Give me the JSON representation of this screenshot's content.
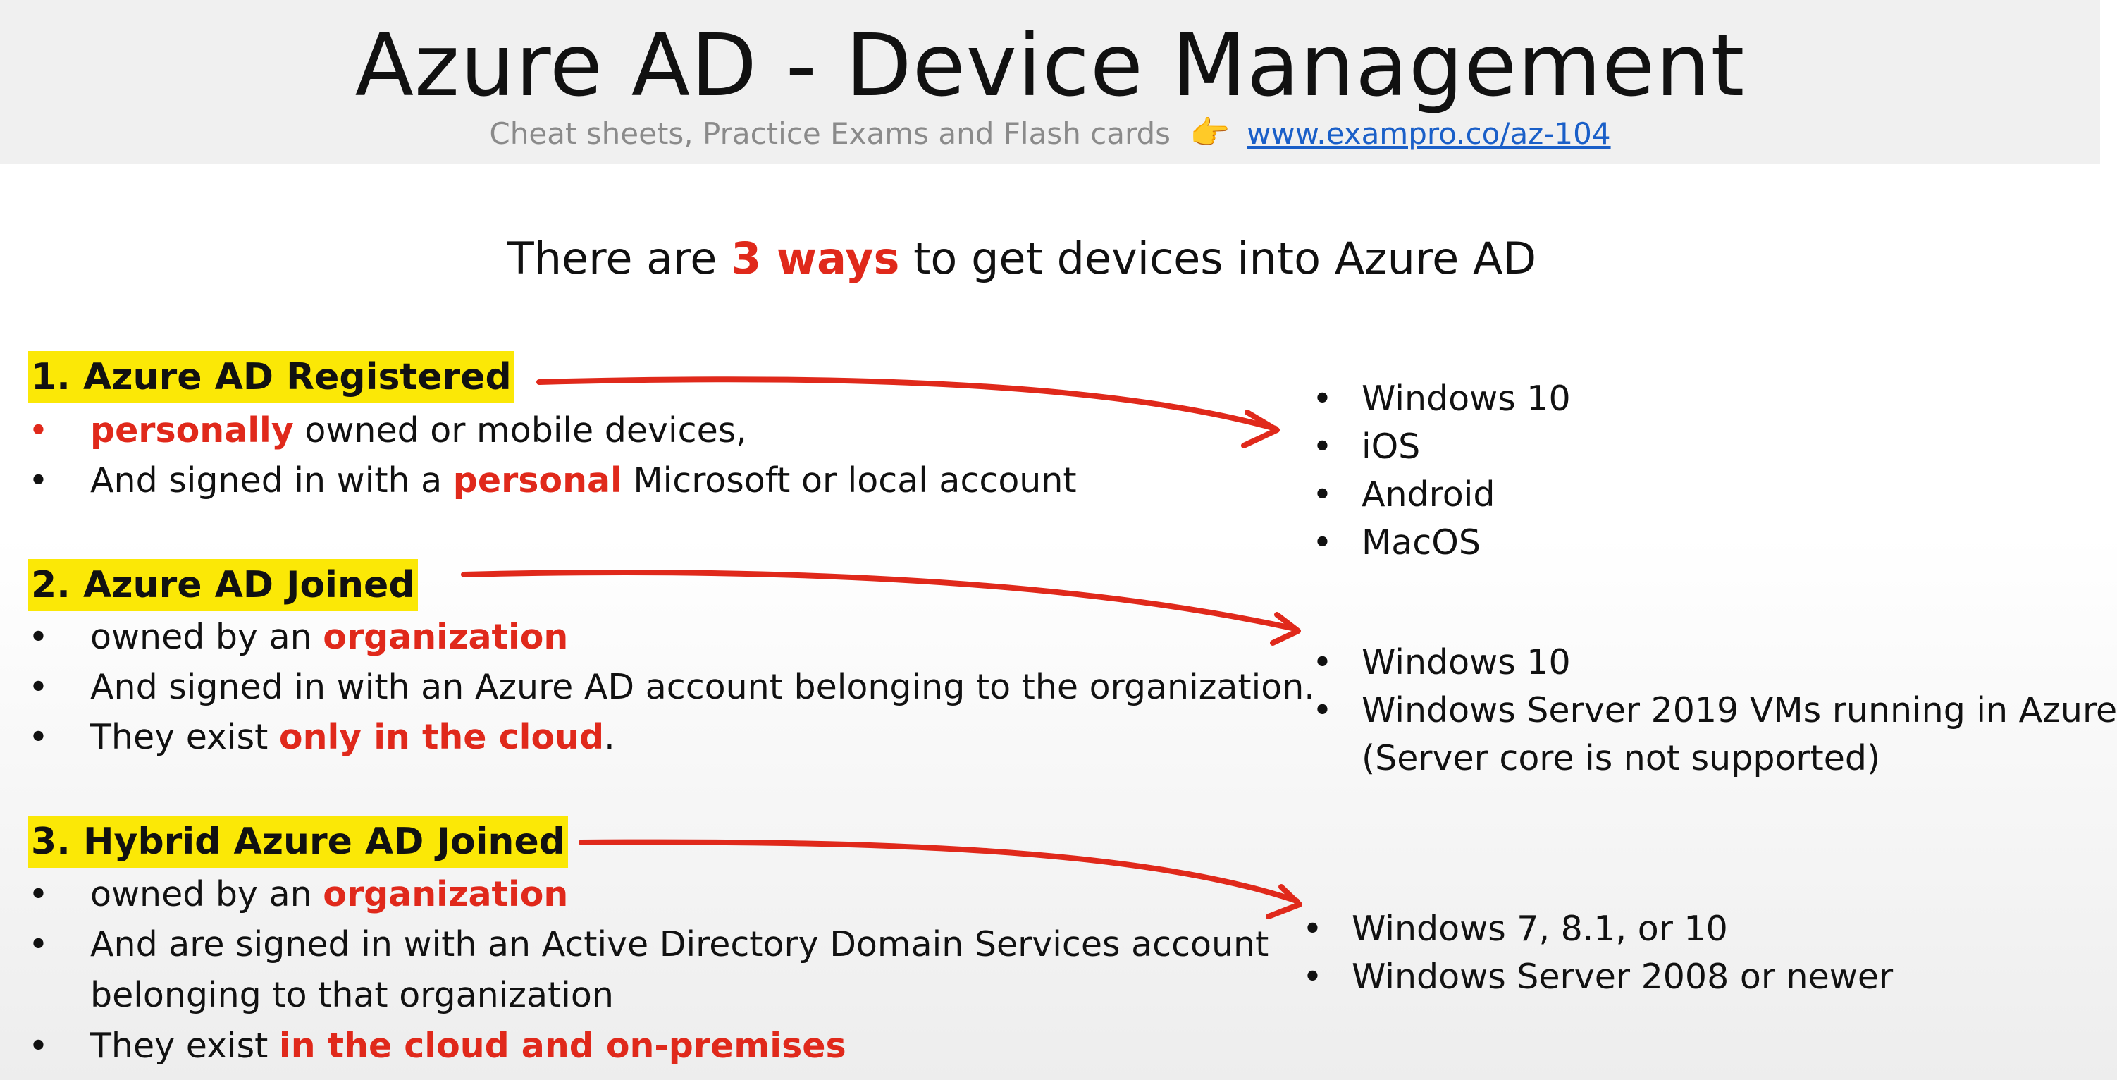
{
  "header": {
    "title": "Azure AD - Device Management",
    "subtitle_text": "Cheat sheets, Practice Exams and Flash cards",
    "subtitle_icon": "pointing-hand-icon",
    "subtitle_link": "www.exampro.co/az-104"
  },
  "headline": {
    "before": "There are ",
    "highlight": "3 ways",
    "after": " to get devices into Azure AD"
  },
  "sections": [
    {
      "heading": "1. Azure AD Registered",
      "bullets": [
        {
          "parts": [
            {
              "t": "personally",
              "h": true
            },
            {
              "t": " owned or mobile devices,",
              "h": false
            }
          ]
        },
        {
          "parts": [
            {
              "t": "And signed in with a ",
              "h": false
            },
            {
              "t": "personal",
              "h": true
            },
            {
              "t": " Microsoft or local account",
              "h": false
            }
          ]
        }
      ],
      "devices": [
        "Windows 10",
        "iOS",
        "Android",
        "MacOS"
      ]
    },
    {
      "heading": "2. Azure AD Joined",
      "bullets": [
        {
          "parts": [
            {
              "t": "owned by an ",
              "h": false
            },
            {
              "t": "organization",
              "h": true
            }
          ]
        },
        {
          "parts": [
            {
              "t": "And signed in with an Azure AD account belonging to the organization.",
              "h": false
            }
          ]
        },
        {
          "parts": [
            {
              "t": "They exist ",
              "h": false
            },
            {
              "t": "only in the cloud",
              "h": true
            },
            {
              "t": ".",
              "h": false
            }
          ]
        }
      ],
      "devices": [
        "Windows 10",
        "Windows Server 2019 VMs running in Azure",
        "(Server core is not supported)"
      ]
    },
    {
      "heading": "3. Hybrid Azure AD Joined",
      "bullets": [
        {
          "parts": [
            {
              "t": "owned by an ",
              "h": false
            },
            {
              "t": "organization",
              "h": true
            }
          ]
        },
        {
          "parts": [
            {
              "t": "And are signed in with an Active Directory Domain Services account",
              "h": false
            }
          ]
        },
        {
          "parts": [
            {
              "t": "belonging to that organization",
              "h": false
            }
          ]
        },
        {
          "parts": [
            {
              "t": "They exist ",
              "h": false
            },
            {
              "t": "in the cloud and on-premises",
              "h": true
            }
          ]
        }
      ],
      "devices": [
        "Windows 7, 8.1, or 10",
        "Windows Server 2008 or newer"
      ]
    }
  ],
  "colors": {
    "accent_red": "#e0291b",
    "highlight_yellow": "#fbe806",
    "link_blue": "#1a5fc8"
  }
}
